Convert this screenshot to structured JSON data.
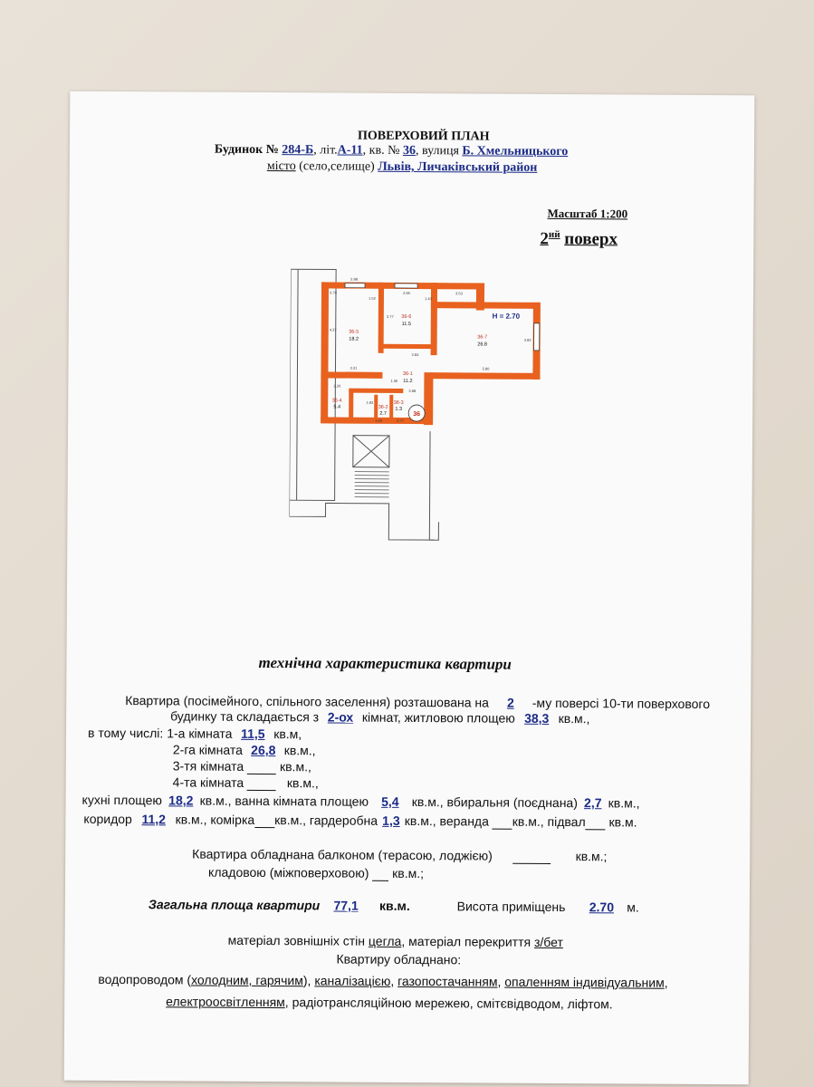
{
  "header": {
    "title": "ПОВЕРХОВИЙ ПЛАН",
    "house_label": "Будинок №",
    "house_number": "284-Б",
    "lit_label": ", літ.",
    "lit_value": "А-11",
    "apt_label": ", кв. №",
    "apt_number": "36",
    "street_label": ", вулиця",
    "street_value": "Б. Хмельницького",
    "city_label": "місто",
    "city_extra": "(село,селище)",
    "city_value": "Львів, Личаківський район",
    "scale": "Масштаб 1:200",
    "floor_number": "2",
    "floor_sup": "ий",
    "floor_word": "поверх"
  },
  "plan": {
    "height_label": "H = 2.70",
    "apartment_badge": "36",
    "rooms": [
      {
        "code": "36-5",
        "area": "18.2"
      },
      {
        "code": "36-6",
        "area": "11.5"
      },
      {
        "code": "36-7",
        "area": "26.8"
      },
      {
        "code": "36-1",
        "area": "11.2"
      },
      {
        "code": "36-4",
        "area": "5.4"
      },
      {
        "code": "36-2",
        "area": "2.7"
      },
      {
        "code": "36-3",
        "area": "1.3"
      }
    ],
    "dims": [
      "0.70",
      "2.98",
      "2.95",
      "3.53",
      "1.52",
      "1.43",
      "4.37",
      "3.77",
      "3.82",
      "3.31",
      "5.80",
      "2.84",
      "1.06",
      "2.20",
      "1.60",
      "0.77",
      "3.98",
      "1.83"
    ]
  },
  "tech": {
    "section_title": "технічна характеристика квартири",
    "l1a": "Квартира (посімейного, спільного заселення) розташована на",
    "floor_val": "2",
    "l1b": "-му  поверсі 10-ти поверхового",
    "l2a": "будинку та складається з",
    "rooms_val": "2-ох",
    "l2b": "кімнат,       житловою площею",
    "living_val": "38,3",
    "l2c": "кв.м.,",
    "l3a": "в тому числі: 1-а кімната",
    "room1_val": "11,5",
    "l3b": "кв.м,",
    "l4a": "2-га кімната",
    "room2_val": "26,8",
    "l4b": "кв.м.,",
    "l5a": "3-тя кімната",
    "l5b": "кв.м.,",
    "l6a": "4-та кімната",
    "l6b": "кв.м.,",
    "l7a": "кухні площею",
    "kitchen_val": "18,2",
    "l7b": "кв.м.,    ванна кімната площею",
    "bath_val": "5,4",
    "l7c": "кв.м.,   вбиральня (поєднана)",
    "wc_val": "2,7",
    "l7d": "кв.м.,",
    "l8a": "коридор",
    "corridor_val": "11,2",
    "l8b": "кв.м., комірка",
    "l8c": "кв.м., гардеробна",
    "wardrobe_val": "1,3",
    "l8d": "кв.м., веранда",
    "l8e": "кв.м., підвал",
    "l8f": "кв.м.",
    "l9a": "Квартира обладнана балконом (терасою, лоджією)",
    "l9b": "кв.м.;",
    "l10a": "кладовою (міжповерховою)",
    "l10b": "кв.м.;",
    "total_label": "Загальна площа квартири",
    "total_val": "77,1",
    "total_unit": "кв.м.",
    "height_label": "Висота приміщень",
    "height_val": "2.70",
    "height_unit": "м.",
    "mat_a": "матеріал зовнішніх стін",
    "mat_walls": "цегла",
    "mat_b": ", матеріал перекриття",
    "mat_floor": "з/бет",
    "equipped": "Квартиру обладнано:",
    "eq1a": "водопроводом (",
    "eq1_water": "холодним, гарячим",
    "eq1b": "), ",
    "eq1_sewer": "каналізацією",
    "eq1c": ", ",
    "eq1_gas": "газопостачанням",
    "eq1d": ", ",
    "eq1_heat": "опаленням  індивідуальним",
    "eq1e": ",",
    "eq2_elec": "електроосвітленням",
    "eq2b": ", радіотрансляційною мережею, смітєвідводом, ліфтом."
  },
  "colors": {
    "wall": "#e8611f",
    "accent": "#1c2b86"
  }
}
